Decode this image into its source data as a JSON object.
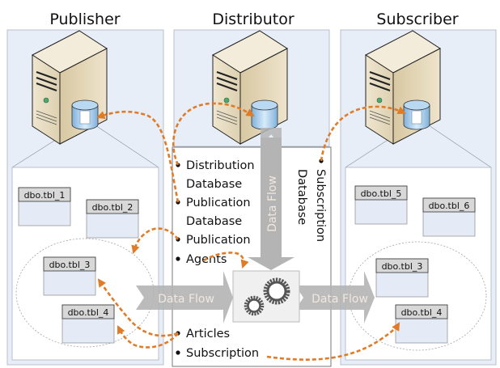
{
  "columns": [
    {
      "id": "publisher",
      "title": "Publisher"
    },
    {
      "id": "distributor",
      "title": "Distributor"
    },
    {
      "id": "subscriber",
      "title": "Subscriber"
    }
  ],
  "publisher": {
    "tables": [
      "dbo.tbl_1",
      "dbo.tbl_2",
      "dbo.tbl_3",
      "dbo.tbl_4"
    ]
  },
  "subscriber": {
    "tables": [
      "dbo.tbl_5",
      "dbo.tbl_6",
      "dbo.tbl_3",
      "dbo.tbl_4"
    ]
  },
  "distributor": {
    "bullets": [
      {
        "lines": [
          "Distribution",
          "Database"
        ]
      },
      {
        "lines": [
          "Publication",
          "Database"
        ]
      },
      {
        "lines": [
          "Publication"
        ]
      },
      {
        "lines": [
          "Agents"
        ]
      },
      {
        "lines": [
          "Articles"
        ]
      },
      {
        "lines": [
          "Subscription"
        ]
      }
    ],
    "vertical_bullet": {
      "lines": [
        "Subscription",
        "Database"
      ]
    }
  },
  "flows": {
    "vertical_label": "Data Flow",
    "left_label": "Data Flow",
    "right_label": "Data Flow"
  },
  "colors": {
    "panel_bg": "#e8eef8",
    "panel_border": "#b8c0cc",
    "table_header": "#d8d8d8",
    "table_body": "#e4ebf6",
    "flow_arrow": "#b4b4b4",
    "connector": "#e07b28",
    "server_front": "#e6dcc4",
    "db_blue": "#a9cbe9"
  }
}
